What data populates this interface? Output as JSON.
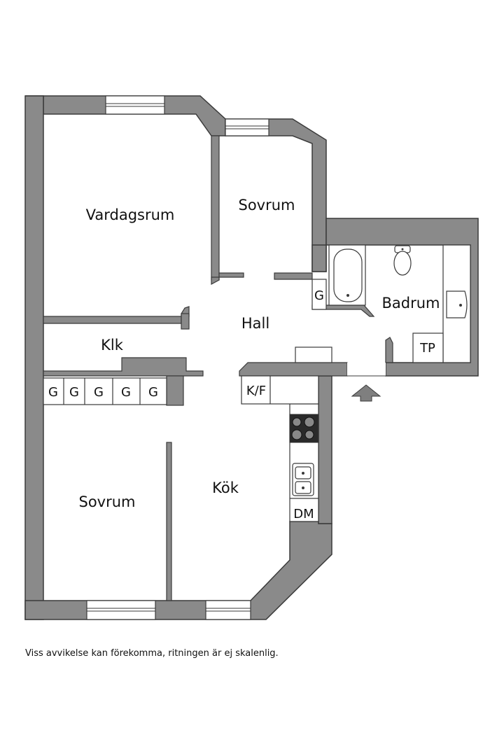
{
  "rooms": {
    "vardagsrum": "Vardagsrum",
    "sovrum_top": "Sovrum",
    "hall": "Hall",
    "klk": "Klk",
    "badrum": "Badrum",
    "sovrum_bottom": "Sovrum",
    "kok": "Kök"
  },
  "storage": {
    "wardrobes": [
      "G",
      "G",
      "G",
      "G",
      "G"
    ],
    "hall_wardrobe": "G",
    "fridge_freezer": "K/F",
    "dishwasher": "DM",
    "laundry": "TP"
  },
  "disclaimer": "Viss avvikelse kan förekomma, ritningen är ej skalenlig.",
  "colors": {
    "wall": "#8a8a8a",
    "outline": "#3a3a3a",
    "background": "#ffffff"
  },
  "icons": [
    "entrance-arrow-icon",
    "bathtub-icon",
    "toilet-icon",
    "washbasin-icon",
    "stove-icon",
    "sink-icon"
  ]
}
